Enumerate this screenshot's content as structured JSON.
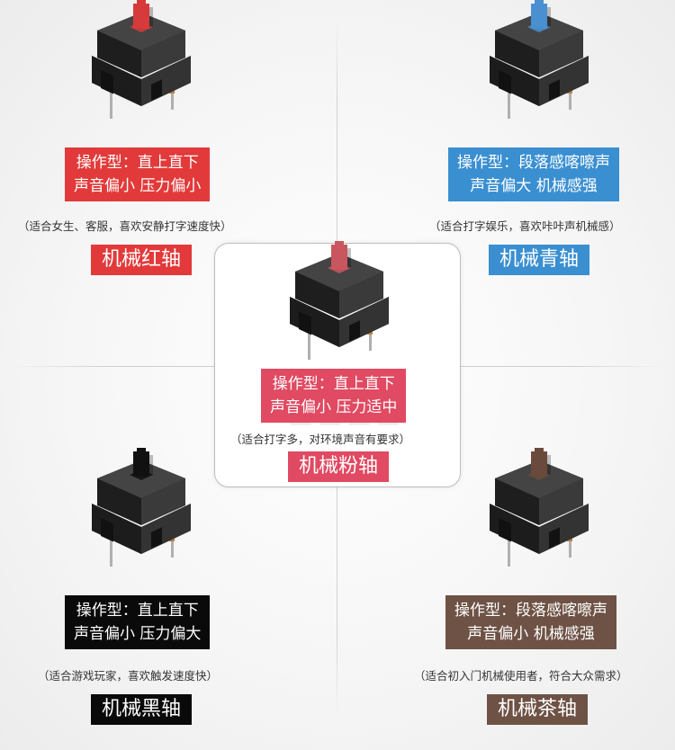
{
  "colors": {
    "red": "#e23a3a",
    "blue": "#3a8fd1",
    "pink": "#e04a62",
    "black": "#0a0a0a",
    "brown": "#6e5245",
    "housing": "#2b2b2b"
  },
  "switches": {
    "red": {
      "spec_line1": "操作型：直上直下",
      "spec_line2": "声音偏小 压力偏小",
      "note": "（适合女生、客服，喜欢安静打字速度快）",
      "title": "机械红轴",
      "stem_color": "#d63a3a"
    },
    "blue": {
      "spec_line1": "操作型：段落感喀嚓声",
      "spec_line2": "声音偏大 机械感强",
      "note": "（适合打字娱乐，喜欢咔咔声机械感）",
      "title": "机械青轴",
      "stem_color": "#4a90d0"
    },
    "pink": {
      "spec_line1": "操作型：直上直下",
      "spec_line2": "声音偏小 压力适中",
      "note": "（适合打字多，对环境声音有要求）",
      "title": "机械粉轴",
      "stem_color": "#c9555e"
    },
    "black": {
      "spec_line1": "操作型：直上直下",
      "spec_line2": "声音偏小 压力偏大",
      "note": "（适合游戏玩家，喜欢触发速度快）",
      "title": "机械黑轴",
      "stem_color": "#111111"
    },
    "brown": {
      "spec_line1": "操作型：段落感喀嚓声",
      "spec_line2": "声音偏小 机械感强",
      "note": "（适合初入门机械使用者，符合大众需求）",
      "title": "机械茶轴",
      "stem_color": "#6a4a3c"
    }
  }
}
